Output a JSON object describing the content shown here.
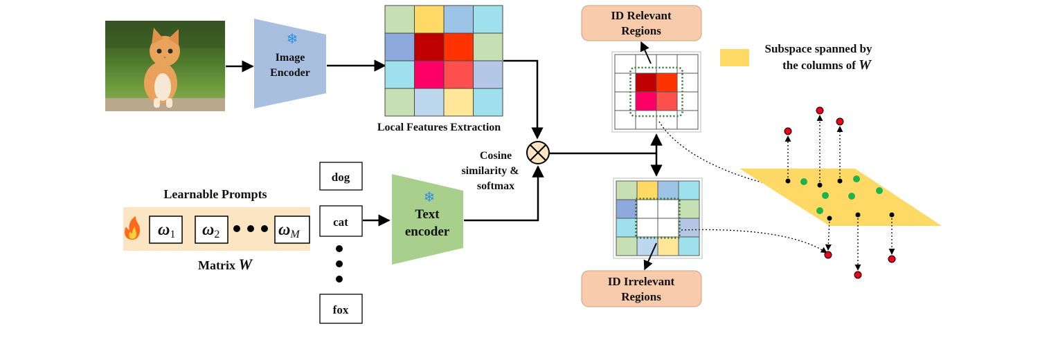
{
  "encoders": {
    "image": {
      "line1": "Image",
      "line2": "Encoder",
      "fill": "#a9bfe0"
    },
    "text": {
      "line1": "Text",
      "line2": "encoder",
      "fill": "#a8cf8c"
    },
    "frozen_icon": "snowflake-icon",
    "frozen_color": "#2a8fe0"
  },
  "local_features": {
    "caption": "Local Features Extraction",
    "colors": [
      [
        "#c6e0b4",
        "#ffd966",
        "#9dc3e6",
        "#9ee0ec"
      ],
      [
        "#8ea9db",
        "#c00000",
        "#ff3300",
        "#c6e0b4"
      ],
      [
        "#9ee0ec",
        "#ff0066",
        "#ff5050",
        "#b4c7e7"
      ],
      [
        "#c6e0b4",
        "#bdd7ee",
        "#ffe699",
        "#9ee0ec"
      ]
    ]
  },
  "cosine": {
    "line1": "Cosine",
    "line2": "similarity &",
    "line3": "softmax",
    "operator_icon": "otimes-icon"
  },
  "prompts": {
    "title": "Learnable Prompts",
    "flame_icon": "flame-icon",
    "w1": "ω",
    "w1_sub": "1",
    "w2": "ω",
    "w2_sub": "2",
    "wM": "ω",
    "wM_sub": "M",
    "matrix_label": "Matrix",
    "matrix_symbol": "W",
    "band_color": "#fbe5c2"
  },
  "classes": [
    {
      "label": "dog",
      "color": "#6a9a3c"
    },
    {
      "label": "cat",
      "color": "#3d72b4"
    },
    {
      "label": "fox",
      "color": "#d08a3c"
    }
  ],
  "regions": {
    "relevant": {
      "line1": "ID Relevant",
      "line2": "Regions"
    },
    "irrelevant": {
      "line1": "ID Irrelevant",
      "line2": "Regions"
    },
    "box_color": "#f8cbad",
    "relevant_colors": [
      [
        "#c00000",
        "#ff3300"
      ],
      [
        "#ff0066",
        "#ff5050"
      ]
    ],
    "irrelevant_colors": [
      [
        "#c6e0b4",
        "#ffd966",
        "#9dc3e6",
        "#9ee0ec"
      ],
      [
        "#8ea9db",
        "",
        "",
        "#c6e0b4"
      ],
      [
        "#9ee0ec",
        "",
        "",
        "#b4c7e7"
      ],
      [
        "#c6e0b4",
        "#bdd7ee",
        "#ffe699",
        "#9ee0ec"
      ]
    ]
  },
  "legend": {
    "line1": "Subspace spanned by",
    "line2": "the columns of",
    "symbol": "W",
    "color": "#ffd966"
  },
  "subspace": {
    "plane_color": "#ffd966",
    "green_point_color": "#1fb24a",
    "red_point_color": "#e8001c"
  }
}
